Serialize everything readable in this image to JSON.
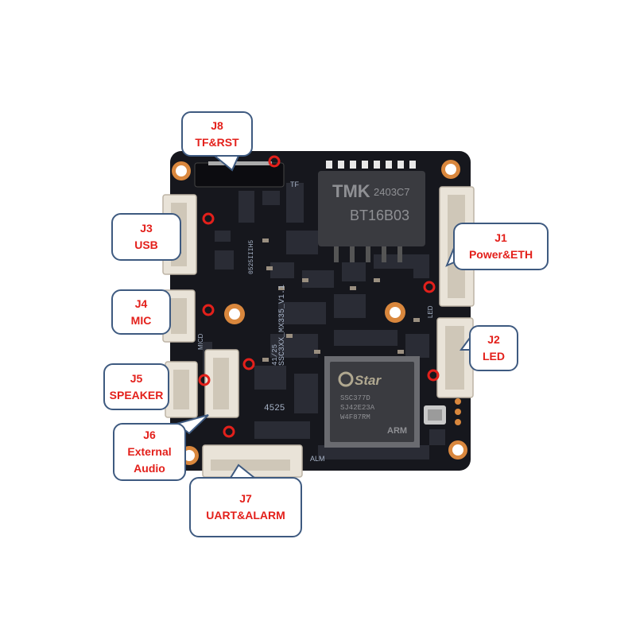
{
  "board": {
    "transformer": {
      "brand": "TMK",
      "code": "2403C7",
      "part": "BT16B03"
    },
    "soc": {
      "brand": "Star",
      "line1": "SSC377D",
      "line2": "SJ42E23A",
      "line3": "W4F87RM",
      "arch": "ARM"
    },
    "silkscreen": {
      "model": "SSC3XX_MX335_V1.1",
      "date": "41/25",
      "code": "0525IIIH5",
      "tf": "TF",
      "alm": "ALM",
      "led": "LED",
      "mic": "MICD",
      "num": "4525"
    },
    "accent_color": "#e3201b",
    "border_color": "#3e5a80"
  },
  "callouts": [
    {
      "id": "J8",
      "title": "J8",
      "desc": "TF&RST"
    },
    {
      "id": "J3",
      "title": "J3",
      "desc": "USB"
    },
    {
      "id": "J4",
      "title": "J4",
      "desc": "MIC"
    },
    {
      "id": "J5",
      "title": "J5",
      "desc": "SPEAKER"
    },
    {
      "id": "J6",
      "title": "J6",
      "desc": "External Audio"
    },
    {
      "id": "J7",
      "title": "J7",
      "desc": "UART&ALARM"
    },
    {
      "id": "J1",
      "title": "J1",
      "desc": "Power&ETH"
    },
    {
      "id": "J2",
      "title": "J2",
      "desc": "LED"
    }
  ]
}
